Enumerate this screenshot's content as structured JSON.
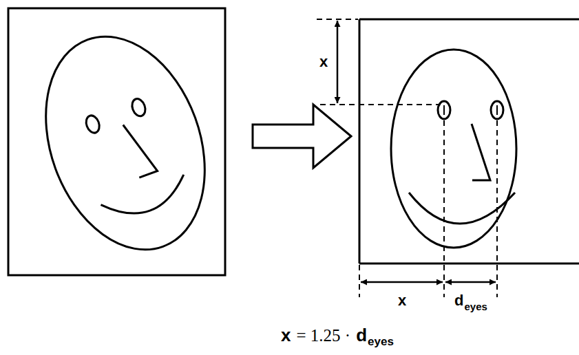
{
  "diagram": {
    "labels": [
      "x",
      "x",
      "d",
      "eyes",
      "x",
      "= 1.25 ·",
      "d",
      "eyes"
    ]
  }
}
